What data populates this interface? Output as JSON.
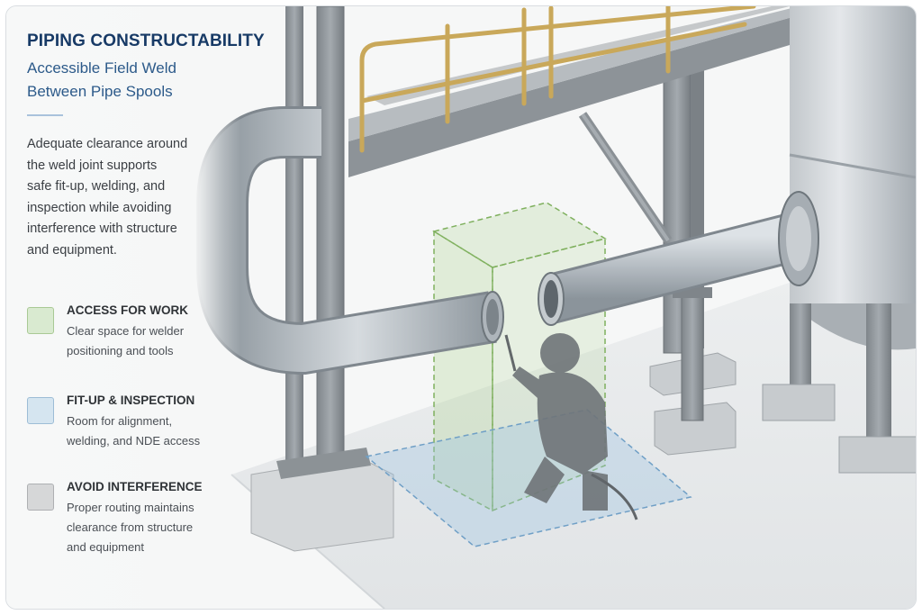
{
  "header": {
    "title": "PIPING CONSTRUCTABILITY",
    "subtitle_lines": [
      "Accessible Field Weld",
      "Between Pipe Spools"
    ]
  },
  "description_lines": [
    "Adequate clearance around",
    "the weld joint supports",
    "safe fit-up, welding, and",
    "inspection while avoiding",
    "interference with structure",
    "and equipment."
  ],
  "legend": [
    {
      "title": "ACCESS FOR WORK",
      "lines": [
        "Clear space for welder",
        "positioning and tools"
      ],
      "color": "#d9ead0",
      "border": "#a9c995"
    },
    {
      "title": "FIT-UP & INSPECTION",
      "lines": [
        "Room for alignment,",
        "welding, and NDE access"
      ],
      "color": "#d5e5f0",
      "border": "#9dbdd6"
    },
    {
      "title": "AVOID INTERFERENCE",
      "lines": [
        "Proper routing maintains",
        "clearance from structure",
        "and equipment"
      ],
      "color": "#d6d7d8",
      "border": "#aeb0b3"
    }
  ],
  "colors": {
    "title": "#173a66",
    "subtitle": "#2c5a8a",
    "steel": "#8e9296",
    "pipe": "#b9c0c6",
    "handrail": "#c9a85a",
    "access_zone": "#a9d08a",
    "inspection_zone": "#9cc3e2",
    "welder": "#6f7478"
  },
  "icons": [
    "pipe-spool",
    "welder-figure",
    "pressure-vessel",
    "pipe-rack",
    "platform-handrail"
  ]
}
